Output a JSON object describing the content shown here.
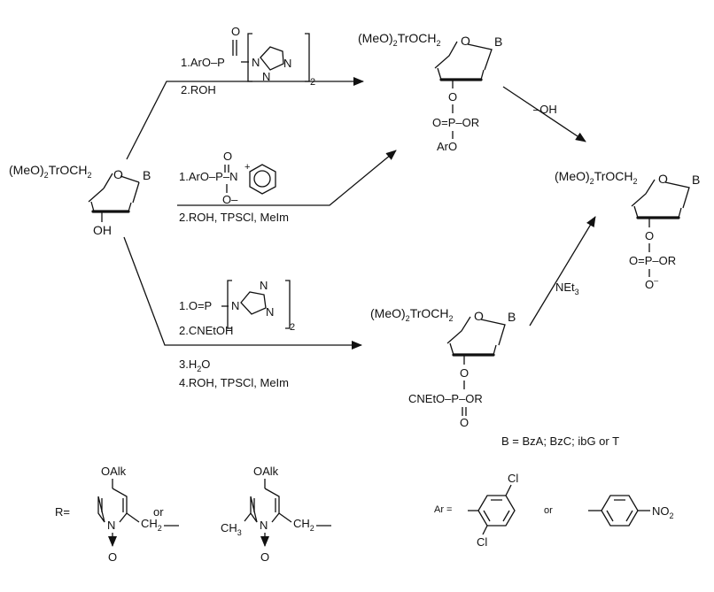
{
  "molecules": {
    "start": {
      "mmtr_prefix": "(MeO)",
      "mmtr_sub": "2",
      "mmtr_suffix": "TrOCH",
      "mmtr_sub2": "2",
      "ring_o": "O",
      "base": "B",
      "hydroxyl": "OH"
    },
    "aryl_triester": {
      "mmtr_prefix": "(MeO)",
      "mmtr_sub": "2",
      "mmtr_suffix": "TrOCH",
      "mmtr_sub2": "2",
      "ring_o": "O",
      "base": "B",
      "link_o": "O",
      "p_line_left": "O=P–OR",
      "aryloxy": "ArO"
    },
    "cyanoethyl_triester": {
      "mmtr_prefix": "(MeO)",
      "mmtr_sub": "2",
      "mmtr_suffix": "TrOCH",
      "mmtr_sub2": "2",
      "ring_o": "O",
      "base": "B",
      "link_o": "O",
      "p_line": "CNEtO–P–OR",
      "oxo": "O"
    },
    "product": {
      "mmtr_prefix": "(MeO)",
      "mmtr_sub": "2",
      "mmtr_suffix": "TrOCH",
      "mmtr_sub2": "2",
      "ring_o": "O",
      "base": "B",
      "link_o": "O",
      "p_line": "O=P–OR",
      "anion": "O",
      "charge": "–"
    }
  },
  "reagents": {
    "route1": {
      "step1_num": "1.",
      "step1_text": "ArO–P",
      "oxo": "O",
      "n_atoms": [
        "N",
        "N",
        "N"
      ],
      "bracket_sub": "2",
      "step2": "2.ROH"
    },
    "route2": {
      "step1_num": "1.",
      "step1_text": "ArO–P–N",
      "oxo": "O",
      "plus": "+",
      "minus": "O–",
      "step2": "2.ROH, TPSCl, MeIm"
    },
    "route3": {
      "step1": "1.O=P",
      "n_atoms": [
        "N",
        "N",
        "N"
      ],
      "bracket_sub": "2",
      "step2": "2.CNEtOH",
      "step3_num": "3.H",
      "step3_sub": "2",
      "step3_end": "O",
      "step4": "4.ROH, TPSCl, MeIm"
    },
    "hydrolysis": {
      "label": "–OH"
    },
    "deprotection": {
      "label": "NEt",
      "sub": "3"
    }
  },
  "legend": {
    "base_def": "B = BzA; BzC; ibG or T",
    "r_label": "R=",
    "or_text": "or",
    "oalk": "OAlk",
    "n_atom": "N",
    "ch2": "CH",
    "ch2_sub": "2",
    "ch3": "CH",
    "ch3_sub": "3",
    "n_oxide_o": "O",
    "ar_label": "Ar =",
    "cl": "Cl",
    "no2": "NO",
    "no2_sub": "2"
  }
}
